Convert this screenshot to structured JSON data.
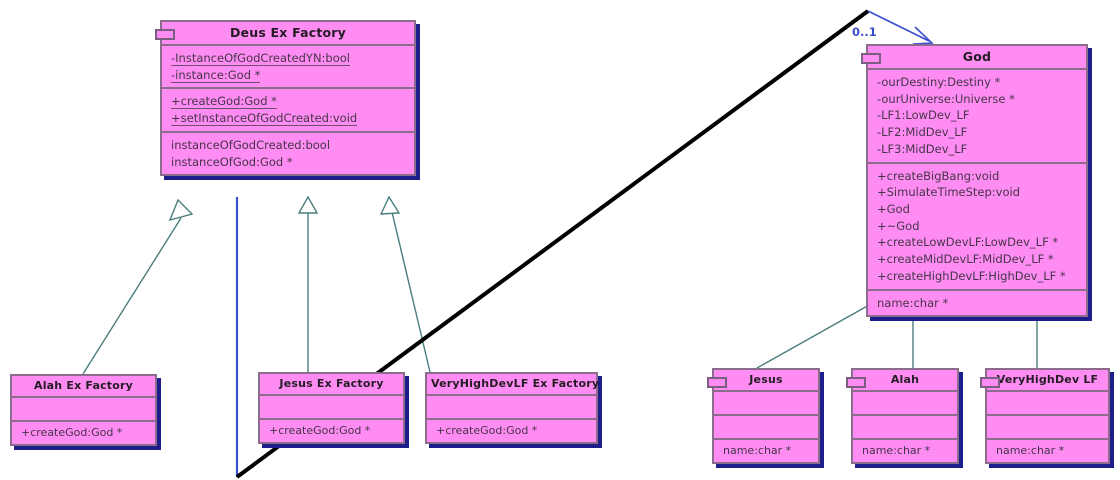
{
  "diagram": {
    "kind": "uml-class-diagram",
    "colors": {
      "class_fill": "#ff8cf2",
      "class_border": "#8c6b8c",
      "class_shadow": "#1d1d8c",
      "inheritance_line": "#4a7d7d",
      "association_line": "#3a4fd0",
      "thick_line": "#000000",
      "text": "#45354a",
      "title_text": "#241c24",
      "multiplicity_text": "#3a4fd0",
      "background": "#ffffff"
    },
    "classes": [
      {
        "id": "deus-ex-factory",
        "title": "Deus Ex Factory",
        "attributes": [
          "-InstanceOfGodCreatedYN:bool",
          "-instance:God *"
        ],
        "operations": [
          "+createGod:God *",
          "+setInstanceOfGodCreated:void"
        ],
        "extra": [
          "instanceOfGodCreated:bool",
          "instanceOfGod:God *"
        ]
      },
      {
        "id": "god",
        "title": "God",
        "attributes": [
          "-ourDestiny:Destiny *",
          "-ourUniverse:Universe *",
          "-LF1:LowDev_LF",
          "-LF2:MidDev_LF",
          "-LF3:MidDev_LF"
        ],
        "operations": [
          "+createBigBang:void",
          "+SimulateTimeStep:void",
          "+God",
          "+~God",
          "+createLowDevLF:LowDev_LF *",
          "+createMidDevLF:MidDev_LF *",
          "+createHighDevLF:HighDev_LF *"
        ],
        "extra": [
          "name:char *"
        ]
      },
      {
        "id": "alah-ex-factory",
        "title": "Alah Ex Factory",
        "attributes": [],
        "operations": [
          "+createGod:God *"
        ],
        "extra": []
      },
      {
        "id": "jesus-ex-factory",
        "title": "Jesus Ex Factory",
        "attributes": [],
        "operations": [
          "+createGod:God *"
        ],
        "extra": []
      },
      {
        "id": "veryhighdevlf-ex-factory",
        "title": "VeryHighDevLF Ex Factory",
        "attributes": [],
        "operations": [
          "+createGod:God *"
        ],
        "extra": []
      },
      {
        "id": "jesus",
        "title": "Jesus",
        "attributes": [],
        "operations": [],
        "extra": [
          "name:char *"
        ]
      },
      {
        "id": "alah",
        "title": "Alah",
        "attributes": [],
        "operations": [],
        "extra": [
          "name:char *"
        ]
      },
      {
        "id": "veryhighdev-lf",
        "title": "VeryHighDev LF",
        "attributes": [],
        "operations": [],
        "extra": [
          "name:char *"
        ]
      }
    ],
    "labels": {
      "association_multiplicity": "0..1"
    },
    "relationships": [
      {
        "type": "generalization",
        "from": "alah-ex-factory",
        "to": "deus-ex-factory"
      },
      {
        "type": "generalization",
        "from": "jesus-ex-factory",
        "to": "deus-ex-factory"
      },
      {
        "type": "generalization",
        "from": "veryhighdevlf-ex-factory",
        "to": "deus-ex-factory"
      },
      {
        "type": "association",
        "from": "deus-ex-factory",
        "to": "god",
        "multiplicity": "0..1"
      },
      {
        "type": "generalization",
        "from": "jesus",
        "to": "god"
      },
      {
        "type": "generalization",
        "from": "alah",
        "to": "god"
      },
      {
        "type": "generalization",
        "from": "veryhighdev-lf",
        "to": "god"
      }
    ]
  }
}
